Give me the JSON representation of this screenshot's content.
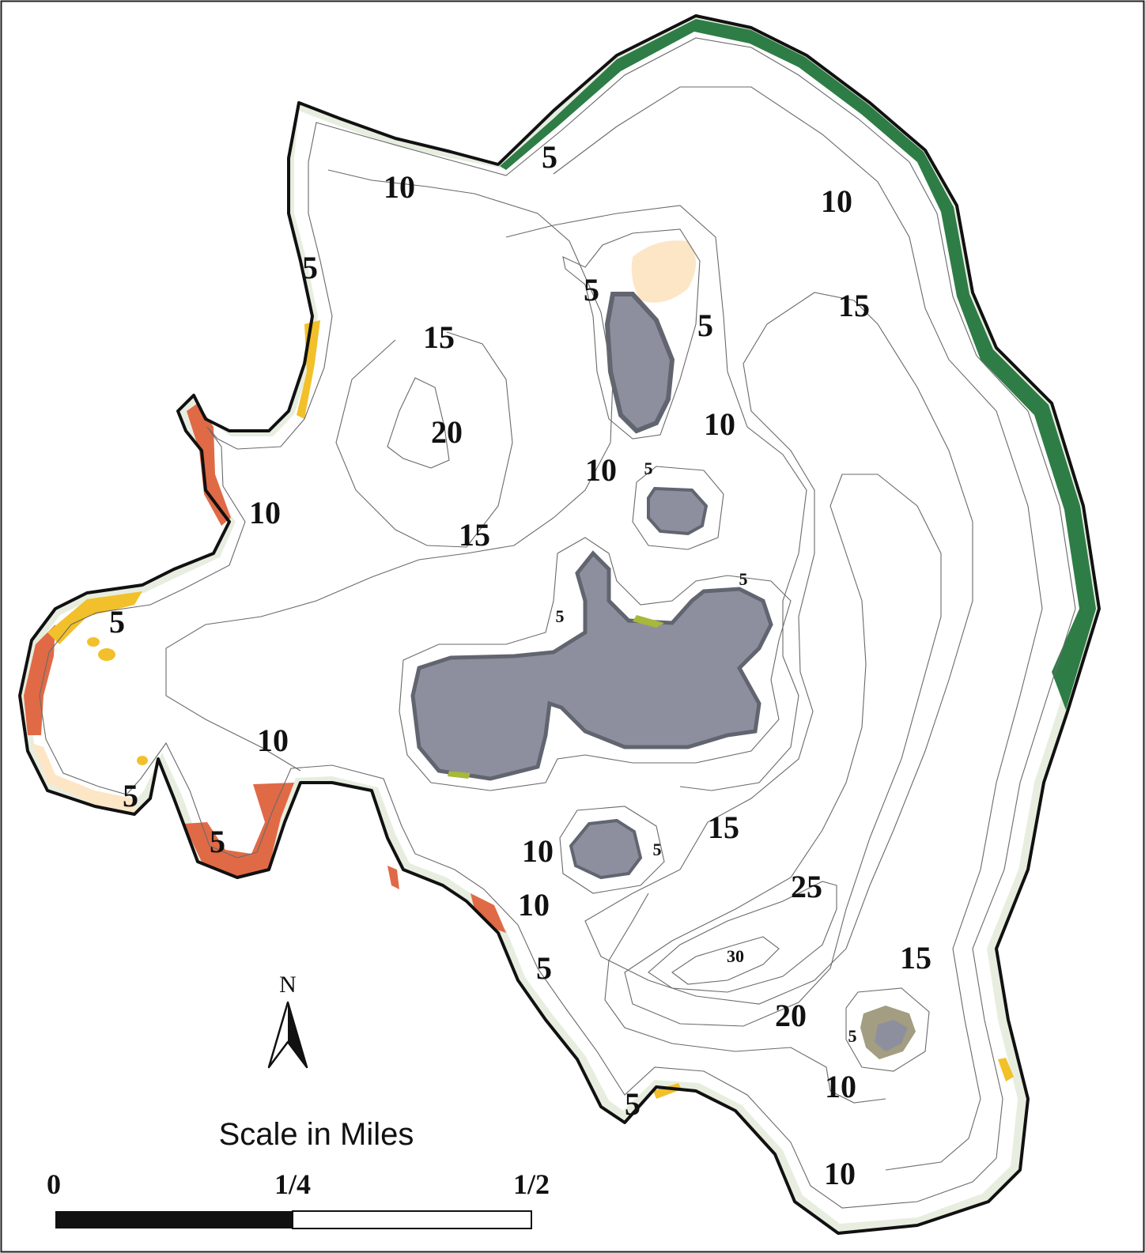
{
  "map": {
    "colors": {
      "island": "#8e8f9e",
      "island_edge": "#616570",
      "shore_outline": "#111111",
      "green_band": "#2e7d46",
      "orange_patch": "#e06a46",
      "yellow_patch": "#f2c02a",
      "cream_patch": "#fde6c6",
      "olive_patch": "#a7b83a",
      "khaki_patch": "#a39d82",
      "pale_green_shore": "#e7eee0",
      "contour_line": "#6a6a6a"
    },
    "depth_labels": [
      {
        "text": "5",
        "size": "big"
      },
      {
        "text": "10",
        "size": "big"
      },
      {
        "text": "10",
        "size": "big"
      },
      {
        "text": "5",
        "size": "big"
      },
      {
        "text": "5",
        "size": "big"
      },
      {
        "text": "5",
        "size": "big"
      },
      {
        "text": "15",
        "size": "big"
      },
      {
        "text": "15",
        "size": "big"
      },
      {
        "text": "20",
        "size": "big"
      },
      {
        "text": "10",
        "size": "big"
      },
      {
        "text": "10",
        "size": "big"
      },
      {
        "text": "5",
        "size": "small"
      },
      {
        "text": "10",
        "size": "big"
      },
      {
        "text": "15",
        "size": "big"
      },
      {
        "text": "5",
        "size": "small"
      },
      {
        "text": "5",
        "size": "small"
      },
      {
        "text": "5",
        "size": "big"
      },
      {
        "text": "10",
        "size": "big"
      },
      {
        "text": "5",
        "size": "big"
      },
      {
        "text": "5",
        "size": "big"
      },
      {
        "text": "15",
        "size": "big"
      },
      {
        "text": "10",
        "size": "big"
      },
      {
        "text": "5",
        "size": "small"
      },
      {
        "text": "10",
        "size": "big"
      },
      {
        "text": "25",
        "size": "big"
      },
      {
        "text": "30",
        "size": "small"
      },
      {
        "text": "15",
        "size": "big"
      },
      {
        "text": "5",
        "size": "big"
      },
      {
        "text": "20",
        "size": "big"
      },
      {
        "text": "5",
        "size": "small"
      },
      {
        "text": "10",
        "size": "big"
      },
      {
        "text": "5",
        "size": "big"
      },
      {
        "text": "10",
        "size": "big"
      }
    ]
  },
  "north_arrow": {
    "letter": "N"
  },
  "scale_bar": {
    "title": "Scale in Miles",
    "ticks": [
      "0",
      "1/4",
      "1/2"
    ]
  }
}
